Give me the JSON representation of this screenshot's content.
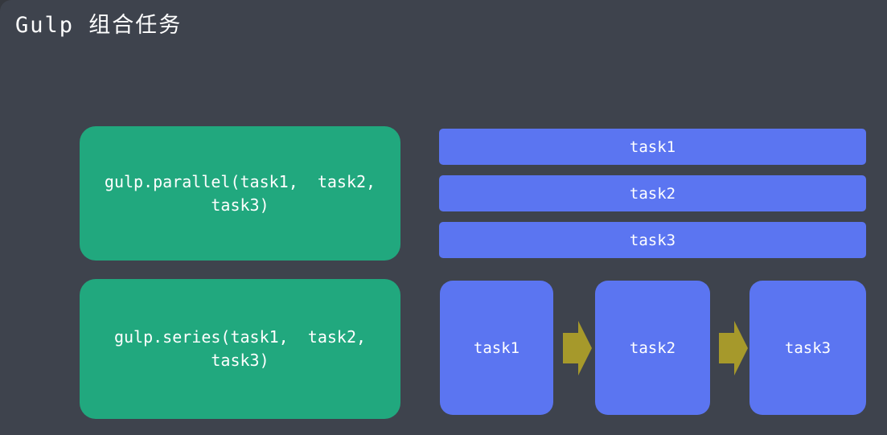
{
  "title": "Gulp 组合任务",
  "colors": {
    "outer_background": "#35383e",
    "panel_background": "#3e434d",
    "green_box": "#21a87e",
    "blue_box": "#5b75f1",
    "arrow": "#a6992b",
    "text": "#ffffff"
  },
  "parallel": {
    "code_lines": [
      "gulp.parallel(task1,  task2,",
      "task3)"
    ],
    "tasks": [
      "task1",
      "task2",
      "task3"
    ]
  },
  "series": {
    "code_lines": [
      "gulp.series(task1,  task2,",
      "task3)"
    ],
    "tasks": [
      "task1",
      "task2",
      "task3"
    ]
  }
}
